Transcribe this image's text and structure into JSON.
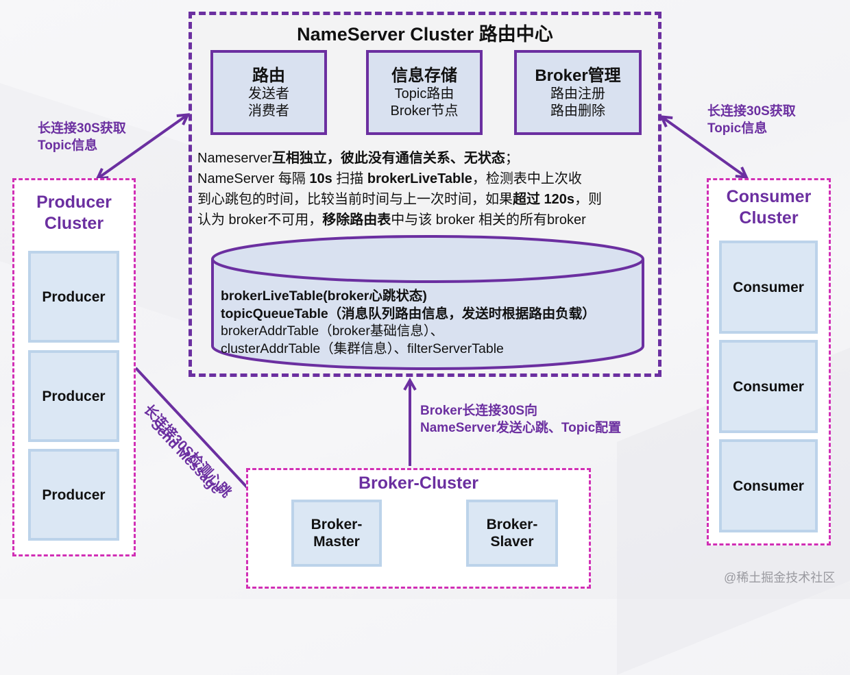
{
  "nameserver": {
    "title": "NameServer Cluster 路由中心",
    "functions": [
      {
        "title": "路由",
        "lines": [
          "发送者",
          "消费者"
        ]
      },
      {
        "title": "信息存储",
        "lines": [
          "Topic路由",
          "Broker节点"
        ]
      },
      {
        "title": "Broker管理",
        "lines": [
          "路由注册",
          "路由删除"
        ]
      }
    ],
    "description": {
      "line1_a": "Nameserver",
      "line1_b": "互相独立，彼此没有通信关系、无状态",
      "line1_c": "；",
      "line2_a": "NameServer 每隔 ",
      "line2_b": "10s",
      "line2_c": " 扫描 ",
      "line2_d": "brokerLiveTable",
      "line2_e": "，检测表中上次收",
      "line3_a": "到心跳包的时间，比较当前时间与上一次时间，如果",
      "line3_b": "超过 120s",
      "line3_c": "，则",
      "line4_a": "认为 broker不可用，",
      "line4_b": "移除路由表",
      "line4_c": "中与该 broker 相关的所有broker"
    },
    "database": {
      "lines": [
        {
          "text": "brokerLiveTable(broker心跳状态)",
          "bold": true
        },
        {
          "text": "topicQueueTable（消息队列路由信息，发送时根据路由负载）",
          "bold": true
        },
        {
          "text": "brokerAddrTable（broker基础信息）、",
          "bold": false
        },
        {
          "text": "clusterAddrTable（集群信息）、filterServerTable",
          "bold": false
        }
      ]
    }
  },
  "producer_cluster": {
    "title_line1": "Producer",
    "title_line2": "Cluster",
    "nodes": [
      "Producer",
      "Producer",
      "Producer"
    ]
  },
  "consumer_cluster": {
    "title_line1": "Consumer",
    "title_line2": "Cluster",
    "nodes": [
      "Consumer",
      "Consumer",
      "Consumer"
    ]
  },
  "broker_cluster": {
    "title": "Broker-Cluster",
    "master_line1": "Broker-",
    "master_line2": "Master",
    "slaver_line1": "Broker-",
    "slaver_line2": "Slaver"
  },
  "edges": {
    "producer_ns_line1": "长连接30S获取",
    "producer_ns_line2": "Topic信息",
    "consumer_ns_line1": "长连接30S获取",
    "consumer_ns_line2": "Topic信息",
    "send_message": "Send Message",
    "send_message_sub": "长连接30S检测心跳",
    "broker_ns_line1": "Broker长连接30S向",
    "broker_ns_line2": "NameServer发送心跳、Topic配置"
  },
  "colors": {
    "primary_purple": "#6b2fa0",
    "cluster_border": "#d12fb5",
    "node_fill": "#dbe7f4",
    "func_fill": "#d9e1f0"
  },
  "watermark": "@稀土掘金技术社区"
}
